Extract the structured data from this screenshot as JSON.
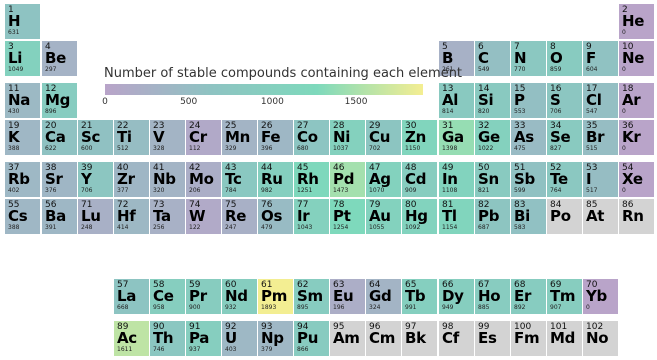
{
  "chart_data": {
    "type": "heatmap",
    "title": "",
    "colorbar": {
      "label": "Number of stable compounds containing each element",
      "range": [
        0,
        1900
      ],
      "ticks": [
        0,
        500,
        1000,
        1500
      ],
      "colors": [
        "#b9a4c9",
        "#8ec3c2",
        "#7ed9bc",
        "#f4ee92"
      ]
    },
    "missing_color": "#d3d3d3",
    "elements": [
      {
        "z": 1,
        "symbol": "H",
        "count": 631,
        "period": 1,
        "group": 1
      },
      {
        "z": 2,
        "symbol": "He",
        "count": 0,
        "period": 1,
        "group": 18
      },
      {
        "z": 3,
        "symbol": "Li",
        "count": 1049,
        "period": 2,
        "group": 1
      },
      {
        "z": 4,
        "symbol": "Be",
        "count": 297,
        "period": 2,
        "group": 2
      },
      {
        "z": 5,
        "symbol": "B",
        "count": 261,
        "period": 2,
        "group": 13
      },
      {
        "z": 6,
        "symbol": "C",
        "count": 549,
        "period": 2,
        "group": 14
      },
      {
        "z": 7,
        "symbol": "N",
        "count": 770,
        "period": 2,
        "group": 15
      },
      {
        "z": 8,
        "symbol": "O",
        "count": 859,
        "period": 2,
        "group": 16
      },
      {
        "z": 9,
        "symbol": "F",
        "count": 604,
        "period": 2,
        "group": 17
      },
      {
        "z": 10,
        "symbol": "Ne",
        "count": 0,
        "period": 2,
        "group": 18
      },
      {
        "z": 11,
        "symbol": "Na",
        "count": 430,
        "period": 3,
        "group": 1
      },
      {
        "z": 12,
        "symbol": "Mg",
        "count": 896,
        "period": 3,
        "group": 2
      },
      {
        "z": 13,
        "symbol": "Al",
        "count": 814,
        "period": 3,
        "group": 13
      },
      {
        "z": 14,
        "symbol": "Si",
        "count": 820,
        "period": 3,
        "group": 14
      },
      {
        "z": 15,
        "symbol": "P",
        "count": 553,
        "period": 3,
        "group": 15
      },
      {
        "z": 16,
        "symbol": "S",
        "count": 706,
        "period": 3,
        "group": 16
      },
      {
        "z": 17,
        "symbol": "Cl",
        "count": 547,
        "period": 3,
        "group": 17
      },
      {
        "z": 18,
        "symbol": "Ar",
        "count": 0,
        "period": 3,
        "group": 18
      },
      {
        "z": 19,
        "symbol": "K",
        "count": 388,
        "period": 4,
        "group": 1
      },
      {
        "z": 20,
        "symbol": "Ca",
        "count": 622,
        "period": 4,
        "group": 2
      },
      {
        "z": 21,
        "symbol": "Sc",
        "count": 600,
        "period": 4,
        "group": 3
      },
      {
        "z": 22,
        "symbol": "Ti",
        "count": 512,
        "period": 4,
        "group": 4
      },
      {
        "z": 23,
        "symbol": "V",
        "count": 328,
        "period": 4,
        "group": 5
      },
      {
        "z": 24,
        "symbol": "Cr",
        "count": 112,
        "period": 4,
        "group": 6
      },
      {
        "z": 25,
        "symbol": "Mn",
        "count": 329,
        "period": 4,
        "group": 7
      },
      {
        "z": 26,
        "symbol": "Fe",
        "count": 396,
        "period": 4,
        "group": 8
      },
      {
        "z": 27,
        "symbol": "Co",
        "count": 680,
        "period": 4,
        "group": 9
      },
      {
        "z": 28,
        "symbol": "Ni",
        "count": 1037,
        "period": 4,
        "group": 10
      },
      {
        "z": 29,
        "symbol": "Cu",
        "count": 702,
        "period": 4,
        "group": 11
      },
      {
        "z": 30,
        "symbol": "Zn",
        "count": 1150,
        "period": 4,
        "group": 12
      },
      {
        "z": 31,
        "symbol": "Ga",
        "count": 1398,
        "period": 4,
        "group": 13
      },
      {
        "z": 32,
        "symbol": "Ge",
        "count": 1022,
        "period": 4,
        "group": 14
      },
      {
        "z": 33,
        "symbol": "As",
        "count": 475,
        "period": 4,
        "group": 15
      },
      {
        "z": 34,
        "symbol": "Se",
        "count": 827,
        "period": 4,
        "group": 16
      },
      {
        "z": 35,
        "symbol": "Br",
        "count": 515,
        "period": 4,
        "group": 17
      },
      {
        "z": 36,
        "symbol": "Kr",
        "count": 0,
        "period": 4,
        "group": 18
      },
      {
        "z": 37,
        "symbol": "Rb",
        "count": 402,
        "period": 5,
        "group": 1
      },
      {
        "z": 38,
        "symbol": "Sr",
        "count": 376,
        "period": 5,
        "group": 2
      },
      {
        "z": 39,
        "symbol": "Y",
        "count": 706,
        "period": 5,
        "group": 3
      },
      {
        "z": 40,
        "symbol": "Zr",
        "count": 377,
        "period": 5,
        "group": 4
      },
      {
        "z": 41,
        "symbol": "Nb",
        "count": 320,
        "period": 5,
        "group": 5
      },
      {
        "z": 42,
        "symbol": "Mo",
        "count": 206,
        "period": 5,
        "group": 6
      },
      {
        "z": 43,
        "symbol": "Tc",
        "count": 784,
        "period": 5,
        "group": 7
      },
      {
        "z": 44,
        "symbol": "Ru",
        "count": 982,
        "period": 5,
        "group": 8
      },
      {
        "z": 45,
        "symbol": "Rh",
        "count": 1251,
        "period": 5,
        "group": 9
      },
      {
        "z": 46,
        "symbol": "Pd",
        "count": 1473,
        "period": 5,
        "group": 10
      },
      {
        "z": 47,
        "symbol": "Ag",
        "count": 1070,
        "period": 5,
        "group": 11
      },
      {
        "z": 48,
        "symbol": "Cd",
        "count": 909,
        "period": 5,
        "group": 12
      },
      {
        "z": 49,
        "symbol": "In",
        "count": 1108,
        "period": 5,
        "group": 13
      },
      {
        "z": 50,
        "symbol": "Sn",
        "count": 821,
        "period": 5,
        "group": 14
      },
      {
        "z": 51,
        "symbol": "Sb",
        "count": 599,
        "period": 5,
        "group": 15
      },
      {
        "z": 52,
        "symbol": "Te",
        "count": 764,
        "period": 5,
        "group": 16
      },
      {
        "z": 53,
        "symbol": "I",
        "count": 517,
        "period": 5,
        "group": 17
      },
      {
        "z": 54,
        "symbol": "Xe",
        "count": 0,
        "period": 5,
        "group": 18
      },
      {
        "z": 55,
        "symbol": "Cs",
        "count": 388,
        "period": 6,
        "group": 1
      },
      {
        "z": 56,
        "symbol": "Ba",
        "count": 391,
        "period": 6,
        "group": 2
      },
      {
        "z": 71,
        "symbol": "Lu",
        "count": 248,
        "period": 6,
        "group": 3
      },
      {
        "z": 72,
        "symbol": "Hf",
        "count": 414,
        "period": 6,
        "group": 4
      },
      {
        "z": 73,
        "symbol": "Ta",
        "count": 256,
        "period": 6,
        "group": 5
      },
      {
        "z": 74,
        "symbol": "W",
        "count": 122,
        "period": 6,
        "group": 6
      },
      {
        "z": 75,
        "symbol": "Re",
        "count": 247,
        "period": 6,
        "group": 7
      },
      {
        "z": 76,
        "symbol": "Os",
        "count": 479,
        "period": 6,
        "group": 8
      },
      {
        "z": 77,
        "symbol": "Ir",
        "count": 1043,
        "period": 6,
        "group": 9
      },
      {
        "z": 78,
        "symbol": "Pt",
        "count": 1254,
        "period": 6,
        "group": 10
      },
      {
        "z": 79,
        "symbol": "Au",
        "count": 1055,
        "period": 6,
        "group": 11
      },
      {
        "z": 80,
        "symbol": "Hg",
        "count": 1092,
        "period": 6,
        "group": 12
      },
      {
        "z": 81,
        "symbol": "Tl",
        "count": 1154,
        "period": 6,
        "group": 13
      },
      {
        "z": 82,
        "symbol": "Pb",
        "count": 687,
        "period": 6,
        "group": 14
      },
      {
        "z": 83,
        "symbol": "Bi",
        "count": 583,
        "period": 6,
        "group": 15
      },
      {
        "z": 84,
        "symbol": "Po",
        "count": null,
        "period": 6,
        "group": 16
      },
      {
        "z": 85,
        "symbol": "At",
        "count": null,
        "period": 6,
        "group": 17
      },
      {
        "z": 86,
        "symbol": "Rn",
        "count": null,
        "period": 6,
        "group": 18
      },
      {
        "z": 57,
        "symbol": "La",
        "count": 668,
        "period": 8,
        "group": 4
      },
      {
        "z": 58,
        "symbol": "Ce",
        "count": 958,
        "period": 8,
        "group": 5
      },
      {
        "z": 59,
        "symbol": "Pr",
        "count": 900,
        "period": 8,
        "group": 6
      },
      {
        "z": 60,
        "symbol": "Nd",
        "count": 932,
        "period": 8,
        "group": 7
      },
      {
        "z": 61,
        "symbol": "Pm",
        "count": 1893,
        "period": 8,
        "group": 8
      },
      {
        "z": 62,
        "symbol": "Sm",
        "count": 895,
        "period": 8,
        "group": 9
      },
      {
        "z": 63,
        "symbol": "Eu",
        "count": 196,
        "period": 8,
        "group": 10
      },
      {
        "z": 64,
        "symbol": "Gd",
        "count": 324,
        "period": 8,
        "group": 11
      },
      {
        "z": 65,
        "symbol": "Tb",
        "count": 991,
        "period": 8,
        "group": 12
      },
      {
        "z": 66,
        "symbol": "Dy",
        "count": 949,
        "period": 8,
        "group": 13
      },
      {
        "z": 67,
        "symbol": "Ho",
        "count": 885,
        "period": 8,
        "group": 14
      },
      {
        "z": 68,
        "symbol": "Er",
        "count": 892,
        "period": 8,
        "group": 15
      },
      {
        "z": 69,
        "symbol": "Tm",
        "count": 907,
        "period": 8,
        "group": 16
      },
      {
        "z": 70,
        "symbol": "Yb",
        "count": 0,
        "period": 8,
        "group": 17
      },
      {
        "z": 89,
        "symbol": "Ac",
        "count": 1611,
        "period": 9,
        "group": 4
      },
      {
        "z": 90,
        "symbol": "Th",
        "count": 746,
        "period": 9,
        "group": 5
      },
      {
        "z": 91,
        "symbol": "Pa",
        "count": 937,
        "period": 9,
        "group": 6
      },
      {
        "z": 92,
        "symbol": "U",
        "count": 403,
        "period": 9,
        "group": 7
      },
      {
        "z": 93,
        "symbol": "Np",
        "count": 379,
        "period": 9,
        "group": 8
      },
      {
        "z": 94,
        "symbol": "Pu",
        "count": 866,
        "period": 9,
        "group": 9
      },
      {
        "z": 95,
        "symbol": "Am",
        "count": null,
        "period": 9,
        "group": 10
      },
      {
        "z": 96,
        "symbol": "Cm",
        "count": null,
        "period": 9,
        "group": 11
      },
      {
        "z": 97,
        "symbol": "Bk",
        "count": null,
        "period": 9,
        "group": 12
      },
      {
        "z": 98,
        "symbol": "Cf",
        "count": null,
        "period": 9,
        "group": 13
      },
      {
        "z": 99,
        "symbol": "Es",
        "count": null,
        "period": 9,
        "group": 14
      },
      {
        "z": 100,
        "symbol": "Fm",
        "count": null,
        "period": 9,
        "group": 15
      },
      {
        "z": 101,
        "symbol": "Md",
        "count": null,
        "period": 9,
        "group": 16
      },
      {
        "z": 102,
        "symbol": "No",
        "count": null,
        "period": 9,
        "group": 17
      }
    ]
  }
}
